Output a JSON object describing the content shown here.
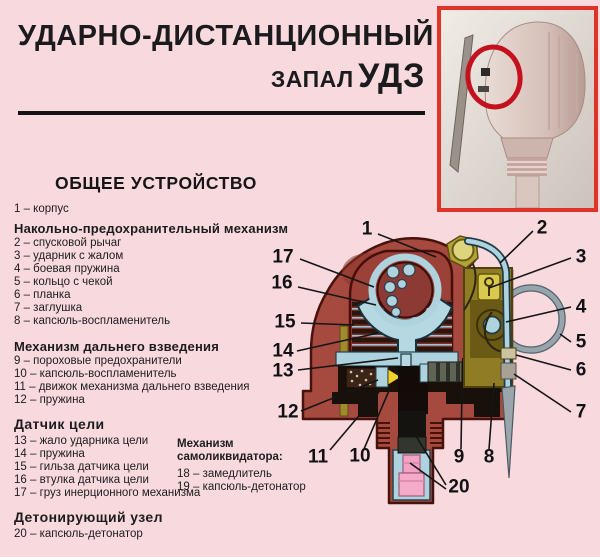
{
  "title": {
    "line1": "УДАРНО-ДИСТАНЦИОННЫЙ",
    "line2_prefix": "ЗАПАЛ",
    "line2_name": "УДЗ"
  },
  "overview_heading": "ОБЩЕЕ УСТРОЙСТВО",
  "parts": {
    "item1": "1 – корпус",
    "groups": [
      {
        "heading": "Накольно-предохранительный механизм",
        "items": [
          "2 – спусковой рычаг",
          "3 – ударник с жалом",
          "4 – боевая пружина",
          "5 – кольцо с чекой",
          "6 – планка",
          "7 – заглушка",
          "8 – капсюль-воспламенитель"
        ]
      },
      {
        "heading": "Механизм дальнего взведения",
        "items": [
          "9 – пороховые предохранители",
          "10 – капсюль-воспламенитель",
          "11 – движок механизма дальнего взведения",
          "12 – пружина"
        ]
      },
      {
        "heading": "Датчик цели",
        "items": [
          "13 – жало ударника цели",
          "14 – пружина",
          "15 – гильза датчика цели",
          "16 – втулка датчика цели",
          "17 – груз инерционного механизма"
        ]
      },
      {
        "heading": "Механизм самоликвидатора:",
        "items": [
          "18 – замедлитель",
          "19 – капсюль-детонатор"
        ]
      },
      {
        "heading": "Детонирующий узел",
        "items": [
          "20 – капсюль-детонатор"
        ]
      }
    ]
  },
  "callouts": [
    "1",
    "2",
    "3",
    "4",
    "5",
    "6",
    "7",
    "8",
    "9",
    "10",
    "11",
    "12",
    "13",
    "14",
    "15",
    "16",
    "17",
    "20"
  ],
  "colors": {
    "background": "#f8dade",
    "photo_frame_red": "#e03328",
    "body_brick_red": "#a6493f",
    "mechanism_blue": "#b5d8e3",
    "mechanism_olive": "#8f7c25",
    "detonator_pink": "#f4abc9"
  }
}
